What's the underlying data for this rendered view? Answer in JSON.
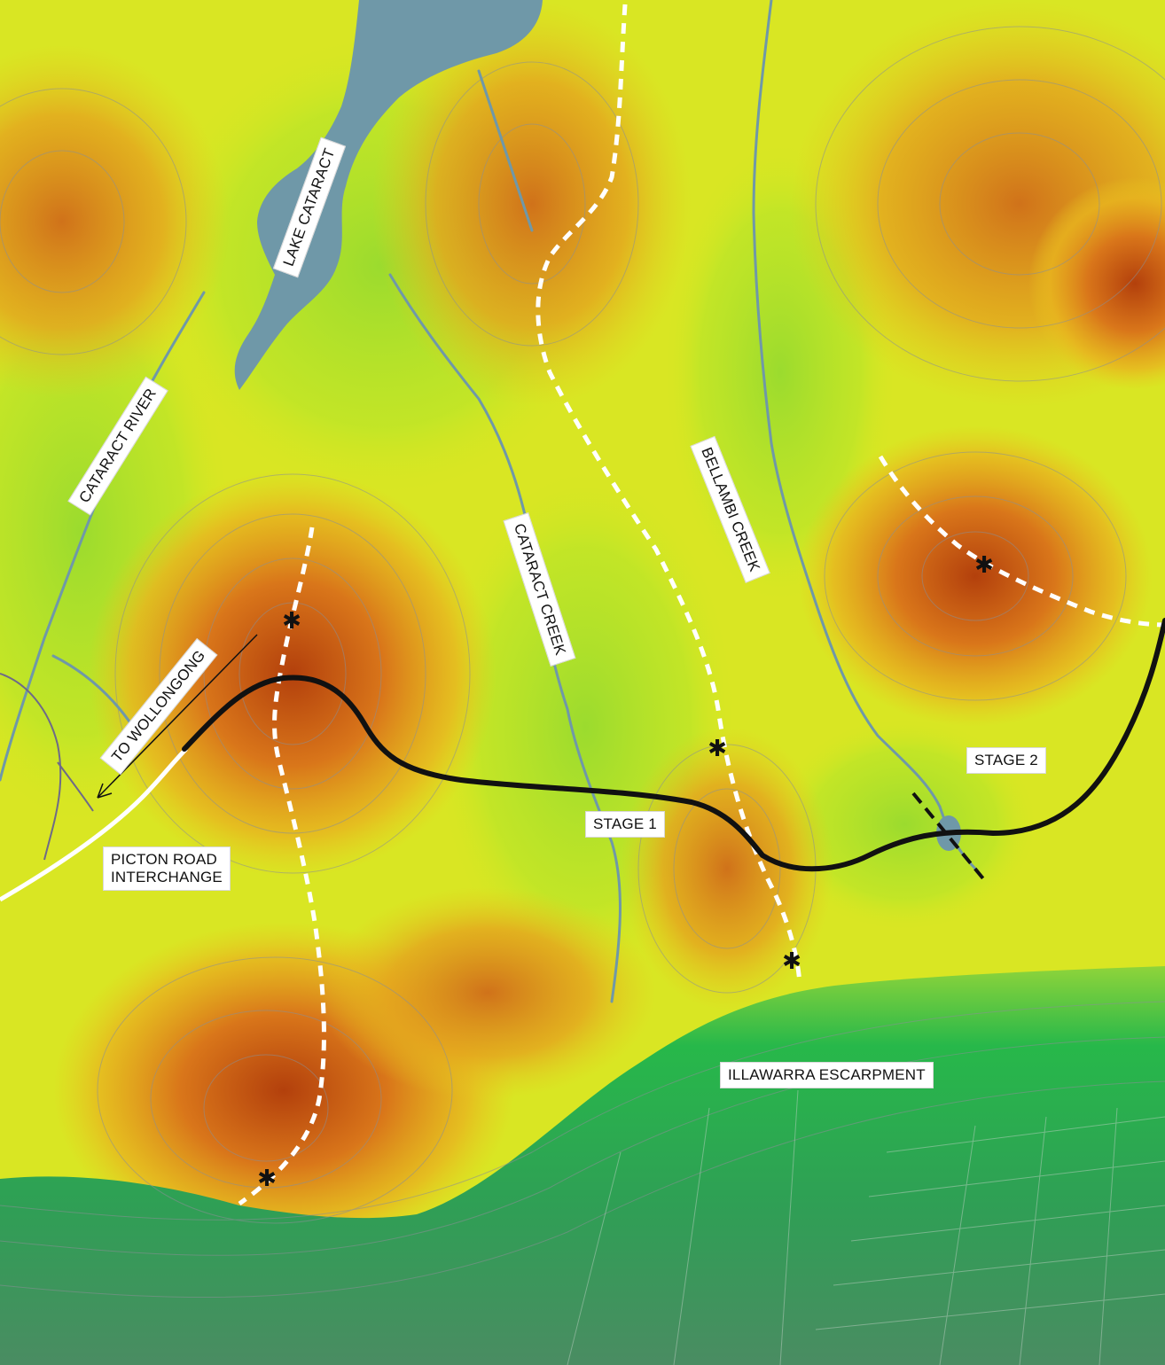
{
  "labels": {
    "lake_cataract": "LAKE CATARACT",
    "cataract_river": "CATARACT RIVER",
    "cataract_creek": "CATARACT CREEK",
    "bellambi_creek": "BELLAMBI CREEK",
    "to_wollongong": "TO WOLLONGONG",
    "picton_road_interchange": "PICTON ROAD\nINTERCHANGE",
    "stage_1": "STAGE 1",
    "stage_2": "STAGE 2",
    "illawarra_escarpment": "ILLAWARRA ESCARPMENT"
  },
  "colors": {
    "high_ground": "#b94a10",
    "mid_high": "#e08a18",
    "mid": "#e7c81f",
    "low": "#d6ea21",
    "valley": "#9fdc30",
    "escarpment_green": "#22b34a",
    "lowland_green": "#3c9a58",
    "water": "#6f98a8",
    "road": "#111111",
    "ridge_line": "#ffffff",
    "contour": "#8a8f96"
  },
  "icons": {
    "peak_marker": "asterisk-icon",
    "direction": "arrow-icon"
  }
}
